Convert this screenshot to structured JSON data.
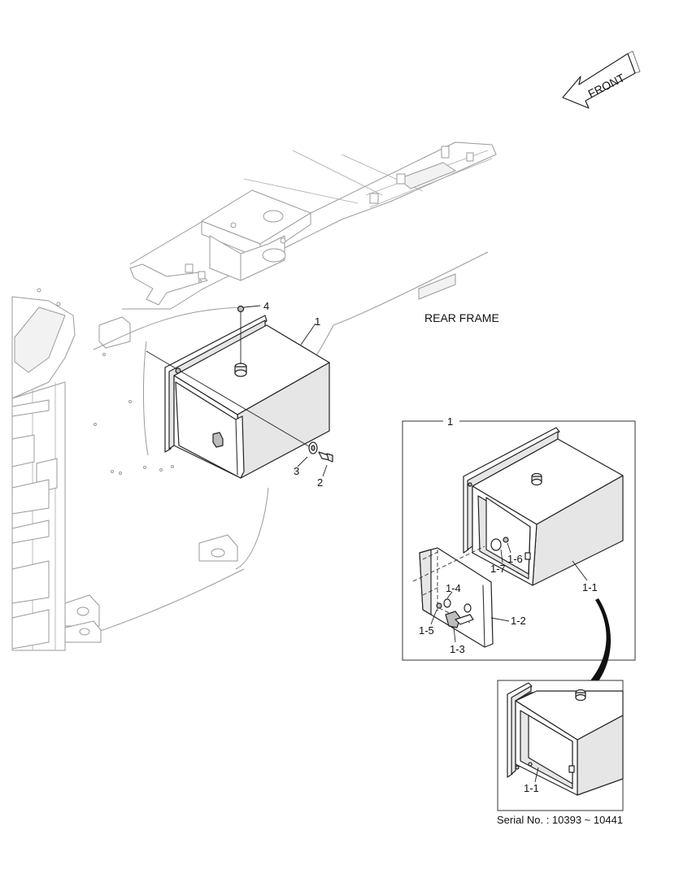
{
  "labels": {
    "front": "FRONT",
    "rear_frame": "REAR FRAME",
    "serial": "Serial No. : 10393 ~ 10441"
  },
  "callouts": {
    "main": {
      "p1": "1",
      "p2": "2",
      "p3": "3",
      "p4": "4"
    },
    "detail": {
      "title": "1",
      "p1_1": "1-1",
      "p1_2": "1-2",
      "p1_3": "1-3",
      "p1_4": "1-4",
      "p1_5": "1-5",
      "p1_6": "1-6",
      "p1_7": "1-7"
    },
    "serial_view": {
      "p1_1": "1-1"
    }
  }
}
